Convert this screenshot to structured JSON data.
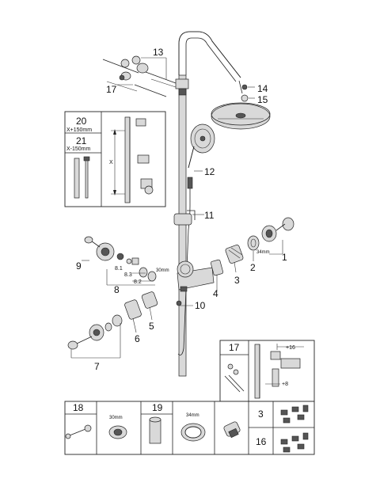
{
  "callouts": {
    "c1": "1",
    "c2": "2",
    "c3": "3",
    "c4": "4",
    "c5": "5",
    "c6": "6",
    "c7": "7",
    "c8": "8",
    "c8_1": "8.1",
    "c8_2": "8.2",
    "c8_3": "8.3",
    "c9": "9",
    "c10": "10",
    "c11": "11",
    "c12": "12",
    "c13": "13",
    "c14": "14",
    "c15": "15",
    "c17": "17"
  },
  "dimensions": {
    "d30": "30mm",
    "d34": "34mm"
  },
  "height_box": {
    "opt20": "20",
    "opt20_dim": "X+150mm",
    "opt21": "21",
    "opt21_dim": "X-150mm",
    "x_mark": "X"
  },
  "detail_box": {
    "num": "17",
    "plus16": "+16",
    "plus8": "+8"
  },
  "tool_panels": {
    "p18": "18",
    "p19": "19",
    "p19_dim": "34mm",
    "p18_dim": "30mm",
    "p3": "3",
    "p16": "16"
  }
}
